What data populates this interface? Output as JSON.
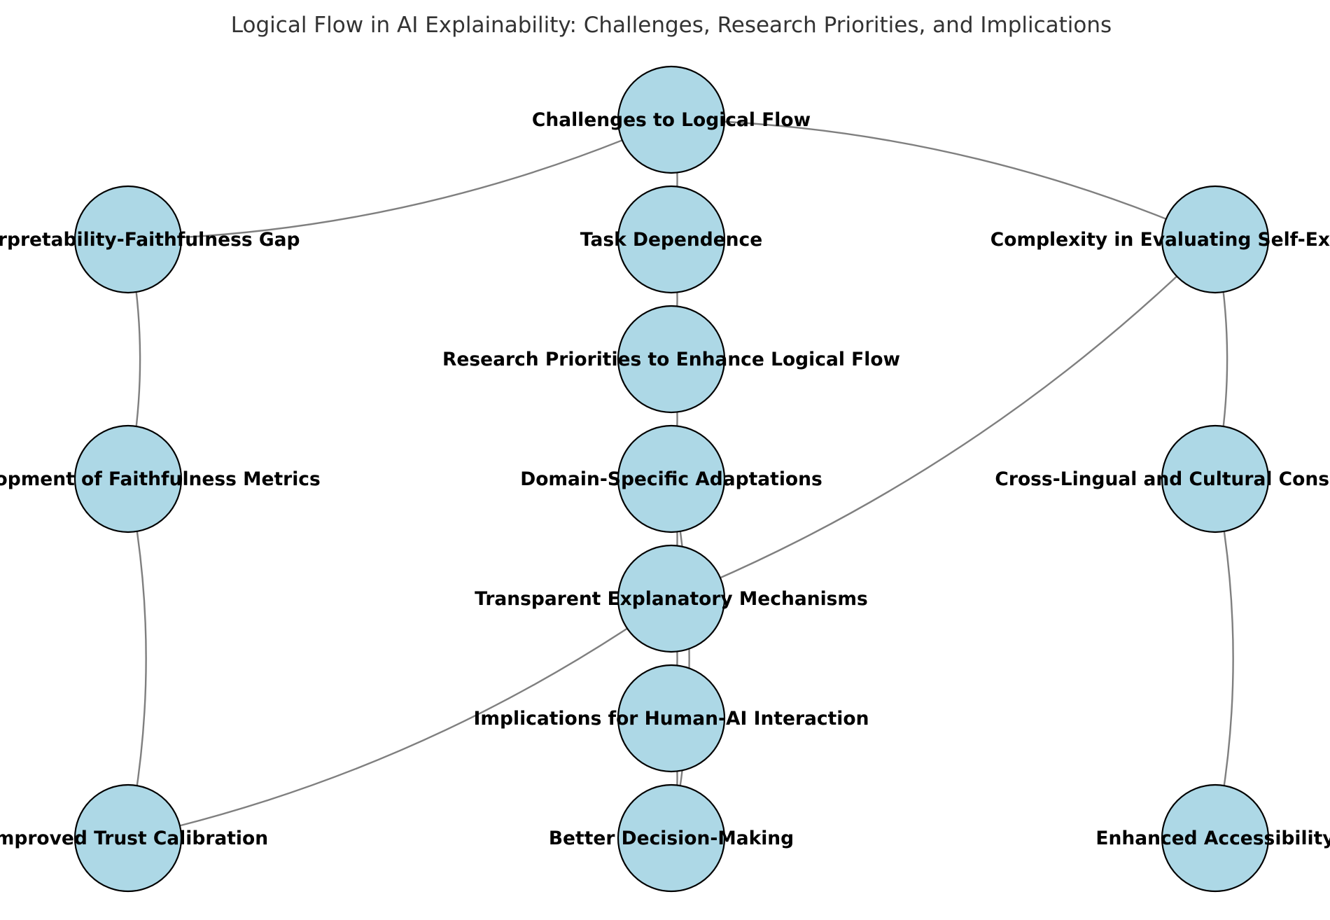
{
  "title": "Logical Flow in AI Explainability: Challenges, Research Priorities, and Implications",
  "colors": {
    "node_fill": "#add8e6",
    "node_stroke": "#000000",
    "edge": "#7f7f7f",
    "title": "#333333"
  },
  "nodes": {
    "challenges": "Challenges to Logical Flow",
    "task_dependence": "Task Dependence",
    "research_priorities": "Research Priorities to Enhance Logical Flow",
    "domain_specific": "Domain-Specific Adaptations",
    "transparent": "Transparent Explanatory Mechanisms",
    "implications": "Implications for Human-AI Interaction",
    "better_decision": "Better Decision-Making",
    "gap": "Interpretability-Faithfulness Gap",
    "faithfulness_metrics": "Development of Faithfulness Metrics",
    "trust": "Improved Trust Calibration",
    "complexity": "Complexity in Evaluating Self-Explanations",
    "cross_lingual": "Cross-Lingual and Cultural Considerations",
    "accessibility": "Enhanced Accessibility"
  },
  "edges": [
    [
      "challenges",
      "gap"
    ],
    [
      "challenges",
      "task_dependence"
    ],
    [
      "challenges",
      "complexity"
    ],
    [
      "task_dependence",
      "research_priorities"
    ],
    [
      "research_priorities",
      "domain_specific"
    ],
    [
      "domain_specific",
      "transparent"
    ],
    [
      "domain_specific",
      "better_decision"
    ],
    [
      "transparent",
      "implications"
    ],
    [
      "transparent",
      "trust"
    ],
    [
      "implications",
      "better_decision"
    ],
    [
      "gap",
      "faithfulness_metrics"
    ],
    [
      "faithfulness_metrics",
      "trust"
    ],
    [
      "complexity",
      "transparent"
    ],
    [
      "complexity",
      "cross_lingual"
    ],
    [
      "cross_lingual",
      "accessibility"
    ]
  ]
}
